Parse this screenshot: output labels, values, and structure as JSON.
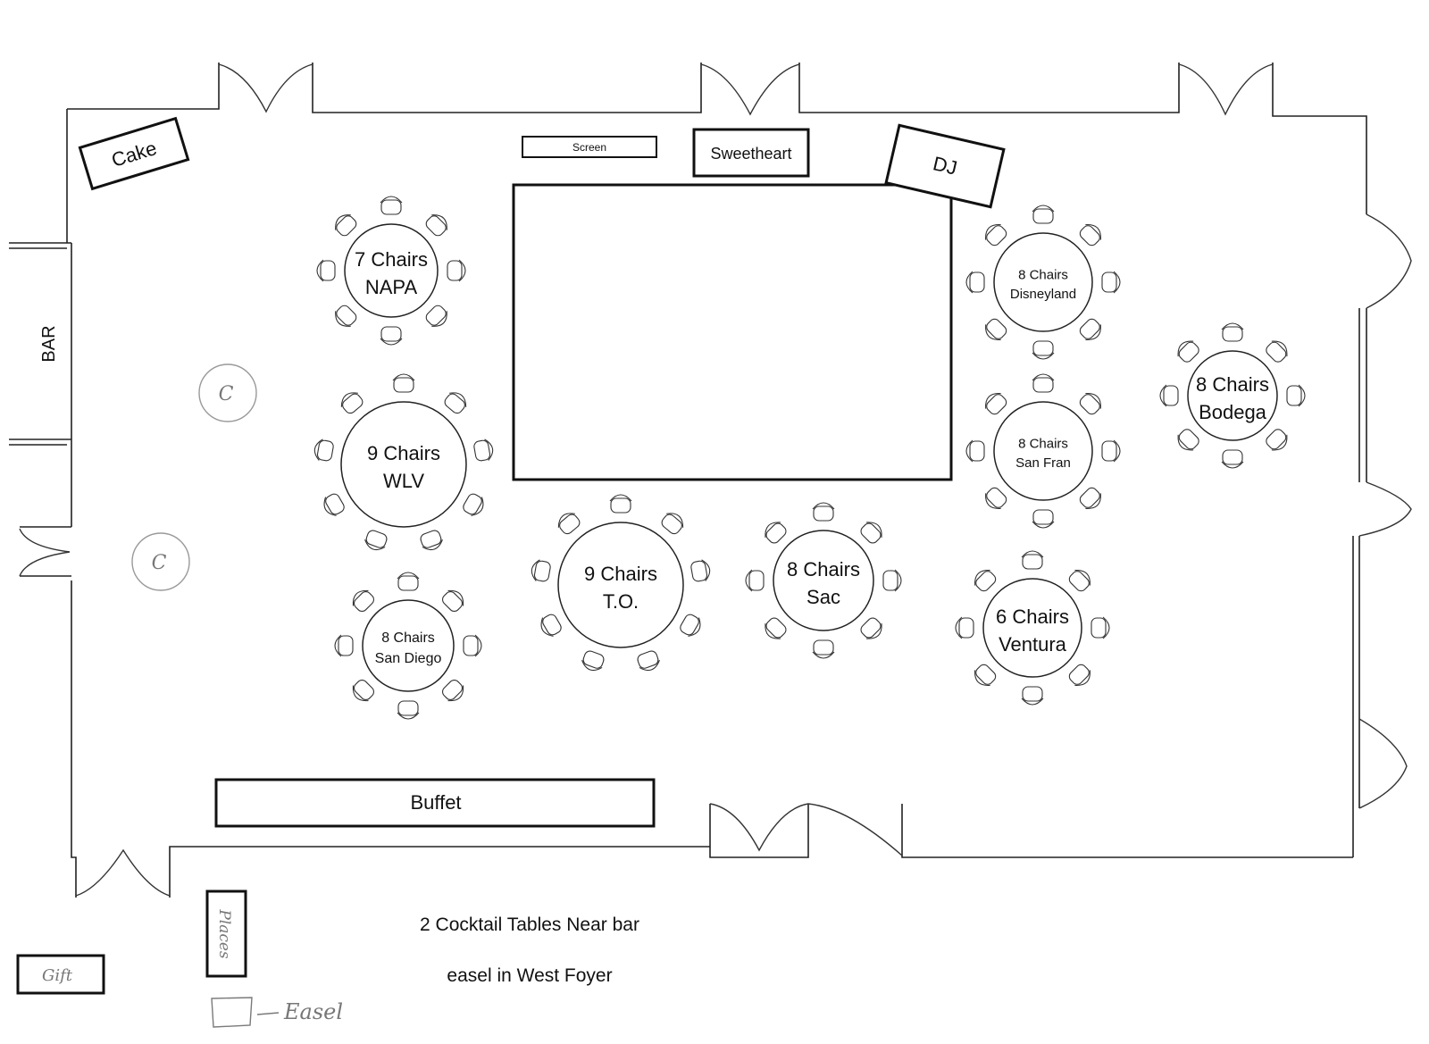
{
  "areas": {
    "bar": "BAR",
    "cake": "Cake",
    "screen": "Screen",
    "sweetheart": "Sweetheart",
    "dj": "DJ",
    "buffet": "Buffet",
    "gift": "Gift",
    "places": "Places",
    "easel": "Easel"
  },
  "cocktail_tables": [
    {
      "label": "C"
    },
    {
      "label": "C"
    }
  ],
  "tables": [
    {
      "name": "NAPA",
      "chairs_label": "7 Chairs",
      "chairs": 7
    },
    {
      "name": "WLV",
      "chairs_label": "9 Chairs",
      "chairs": 9
    },
    {
      "name": "San Diego",
      "chairs_label": "8 Chairs",
      "chairs": 8
    },
    {
      "name": "T.O.",
      "chairs_label": "9 Chairs",
      "chairs": 9
    },
    {
      "name": "Sac",
      "chairs_label": "8 Chairs",
      "chairs": 8
    },
    {
      "name": "Disneyland",
      "chairs_label": "8 Chairs",
      "chairs": 8
    },
    {
      "name": "San Fran",
      "chairs_label": "8 Chairs",
      "chairs": 8
    },
    {
      "name": "Ventura",
      "chairs_label": "6 Chairs",
      "chairs": 6
    },
    {
      "name": "Bodega",
      "chairs_label": "8 Chairs",
      "chairs": 8
    }
  ],
  "notes": {
    "cocktail": "2 Cocktail Tables Near bar",
    "easel": "easel in West Foyer"
  }
}
